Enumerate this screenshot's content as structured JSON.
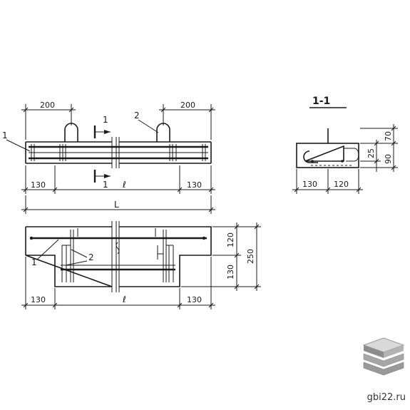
{
  "dims": {
    "d200_left": "200",
    "d200_right": "200",
    "d130": "130",
    "d120": "120",
    "d250": "250",
    "d70": "70",
    "d25": "25",
    "d90": "90",
    "l_small": "ℓ",
    "L_total": "L"
  },
  "labels": {
    "pos1": "1",
    "pos2": "2",
    "cut1": "1",
    "section_title": "1-1"
  },
  "watermark": "gbi22.ru"
}
